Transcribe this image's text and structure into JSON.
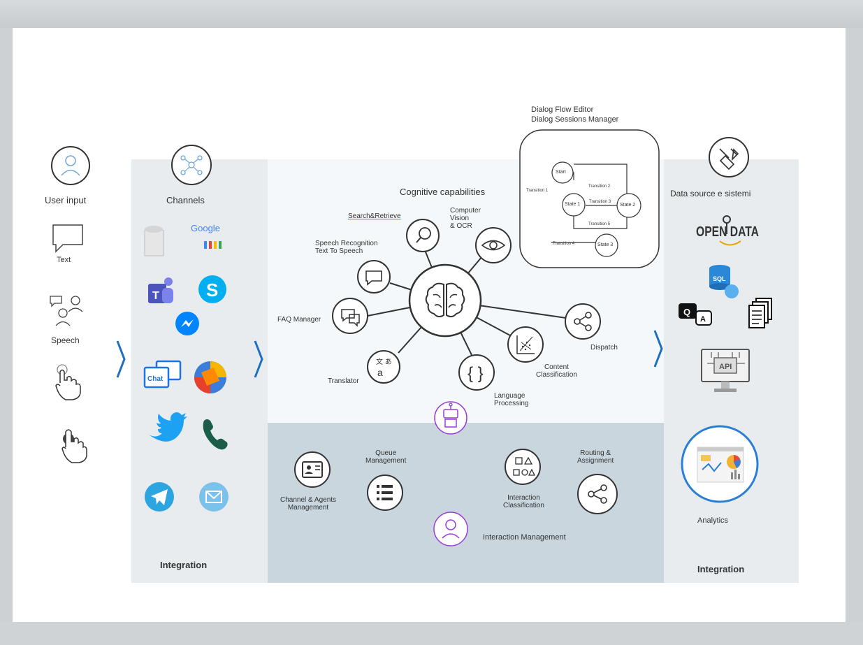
{
  "columns": {
    "user_input": {
      "title": "User input",
      "items": [
        "Text",
        "Speech"
      ]
    },
    "channels": {
      "title": "Channels",
      "footer": "Integration",
      "logos": [
        "Google"
      ]
    },
    "cognitive": {
      "title": "Cognitive capabilities",
      "nodes": {
        "search": "Search&Retrieve",
        "vision": "Computer\nVision\n& OCR",
        "speech": "Speech Recognition\nText To Speech",
        "faq": "FAQ Manager",
        "translator": "Translator",
        "language": "Language\nProcessing",
        "content": "Content\nClassification",
        "dispatch": "Dispatch"
      }
    },
    "dialog": {
      "title_line1": "Dialog Flow Editor",
      "title_line2": "Dialog Sessions Manager",
      "states": {
        "start": "Start",
        "state1": "State 1",
        "state2": "State 2",
        "state3": "State 3"
      },
      "transitions": {
        "t1": "Transition 1",
        "t2": "Transition 2",
        "t3": "Transition 3",
        "t4": "Transition 4",
        "t5": "Transition 5"
      }
    },
    "interaction": {
      "channel_agents": "Channel & Agents\nManagement",
      "queue": "Queue\nManagement",
      "interaction_class": "Interaction\nClassification",
      "routing": "Routing &\nAssignment",
      "interaction_mgmt": "Interaction Management"
    },
    "data_source": {
      "title": "Data source e sistemi",
      "open_data": "OPEN DATA",
      "sql": "SQL",
      "api": "API",
      "analytics": "Analytics",
      "footer": "Integration"
    }
  },
  "colors": {
    "arrow": "#1f6fc0",
    "accent_blue": "#1a73e8",
    "panel_light": "#e8ecef",
    "panel_dark": "#c9d6de",
    "analytics_ring": "#2a7fd4"
  },
  "icons": [
    "user-icon",
    "network-icon",
    "chat-bubble-icon",
    "speech-people-icon",
    "touch-hand-icon",
    "tap-hand-icon",
    "brain-icon",
    "plug-icon"
  ]
}
